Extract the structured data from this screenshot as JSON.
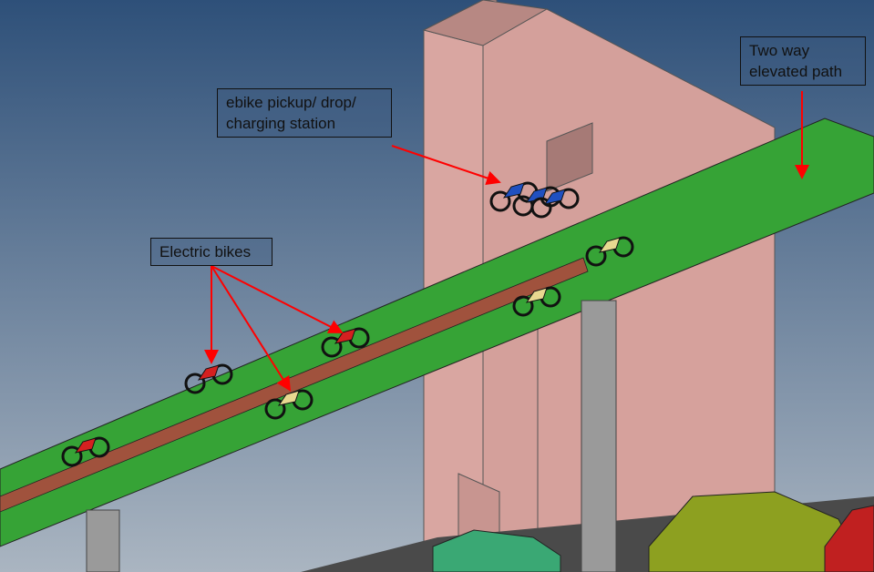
{
  "labels": {
    "path": [
      "Two way",
      "elevated path"
    ],
    "station": [
      "ebike pickup/ drop/",
      "charging station"
    ],
    "bikes": "Electric bikes"
  },
  "colors": {
    "sky_top": "#2e5079",
    "sky_bottom": "#aab5c1",
    "building": "#d6a19c",
    "path": "#36a336",
    "lane": "#a0523d",
    "arrow": "#ff0000",
    "ebike_red": "#d42020",
    "ebike_yellow": "#e8d890",
    "ebike_blue": "#2050c0"
  }
}
